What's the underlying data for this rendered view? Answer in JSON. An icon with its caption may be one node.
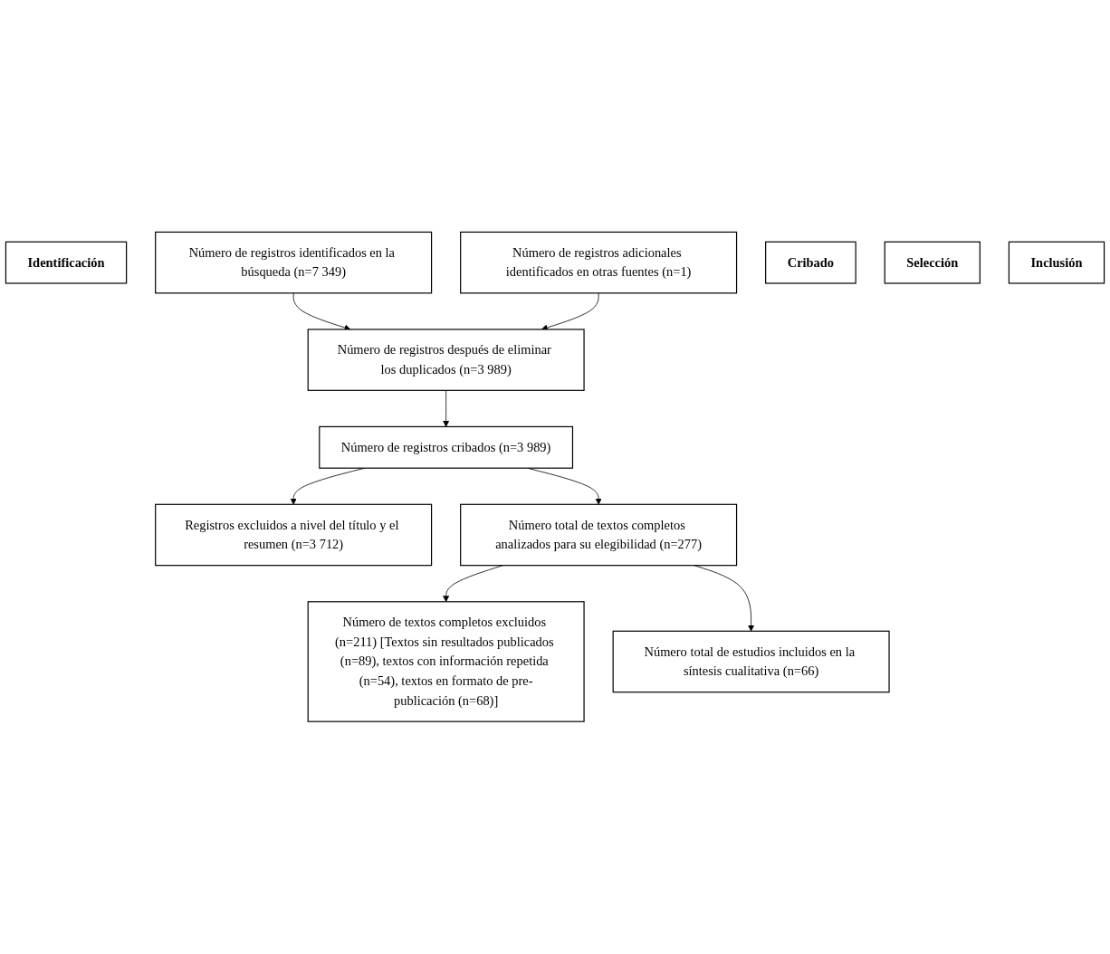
{
  "diagram": {
    "nodes": [
      {
        "text": [
          "Identificación"
        ]
      },
      {
        "text": [
          "Número de registros identificados en la búsqueda (n=7 349)"
        ]
      },
      {
        "text": [
          "Número de registros adicionales identificados en otras fuentes (n=1)"
        ]
      },
      {
        "text": [
          "Cribado"
        ]
      },
      {
        "text": [
          "Número de registros después de eliminar los duplicados (n=3 989)"
        ]
      },
      {
        "text": [
          "Número de registros cribados (n=3 989)"
        ]
      },
      {
        "text": [
          "Registros excluidos a nivel del título y el resumen (n=3 712)"
        ]
      },
      {
        "text": [
          "Selección"
        ]
      },
      {
        "text": [
          "Número total de textos completos analizados para su elegibilidad (n=277)"
        ]
      },
      {
        "text": [
          "Número de textos completos excluidos (n=211) [Textos sin resultados publicados (n=89), textos con información repetida (n=54), textos en formato de pre-publicación (n=68)]"
        ]
      },
      {
        "text": [
          "Inclusión"
        ]
      },
      {
        "text": [
          "Número total de estudios incluidos en la síntesis cualitativa (n=66)"
        ]
      }
    ],
    "edges": [
      {
        "from": 1,
        "to": 4,
        "arrow": "to"
      },
      {
        "from": 2,
        "to": 4,
        "arrow": "to"
      },
      {
        "from": 4,
        "to": 5,
        "arrow": "to"
      },
      {
        "from": 5,
        "to": 6,
        "arrow": "to"
      },
      {
        "from": 5,
        "to": 8,
        "arrow": "to"
      },
      {
        "from": 8,
        "to": 9,
        "arrow": "to"
      },
      {
        "from": 8,
        "to": 11,
        "arrow": "to"
      }
    ]
  }
}
